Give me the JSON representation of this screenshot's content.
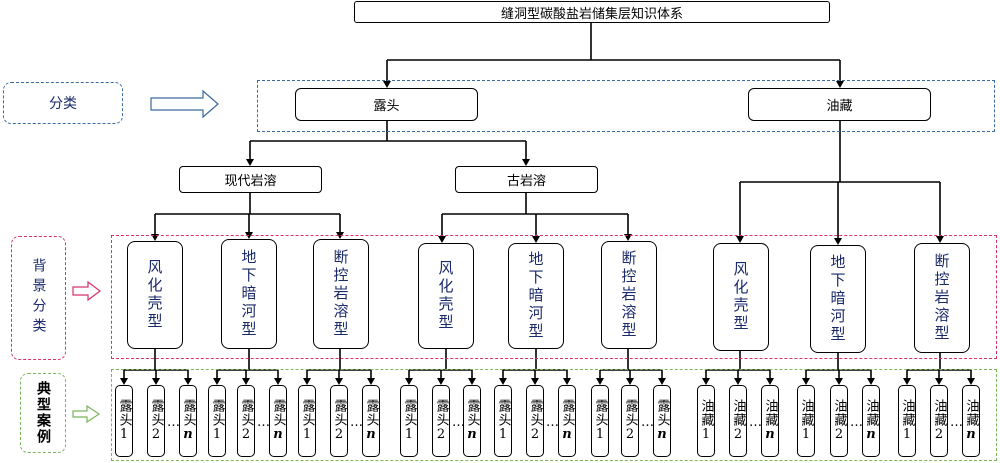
{
  "root": {
    "label": "缝洞型碳酸盐岩储集层知识体系"
  },
  "categories": {
    "outcrop": {
      "label": "露头"
    },
    "reservoir": {
      "label": "油藏"
    },
    "modern_karst": {
      "label": "现代岩溶"
    },
    "paleo_karst": {
      "label": "古岩溶"
    }
  },
  "side_labels": {
    "classification": "分类",
    "background": "背景分类",
    "cases": "典型案例"
  },
  "background_types": {
    "weathered_crust": "风化壳型",
    "underground_river": "地下暗河型",
    "fault_controlled": "断控岩溶型"
  },
  "case_labels": {
    "outcrop_1": "露头1",
    "outcrop_2": "露头2",
    "outcrop_prefix": "露头",
    "reservoir_1": "油藏1",
    "reservoir_2": "油藏2",
    "reservoir_prefix": "油藏",
    "n": "n",
    "ellipsis": "…"
  },
  "colors": {
    "blue_dashed": "#3b6aa0",
    "pink_dashed": "#d6336c",
    "green_dashed": "#7ab55c",
    "text_navy": "#1a2a6b"
  }
}
